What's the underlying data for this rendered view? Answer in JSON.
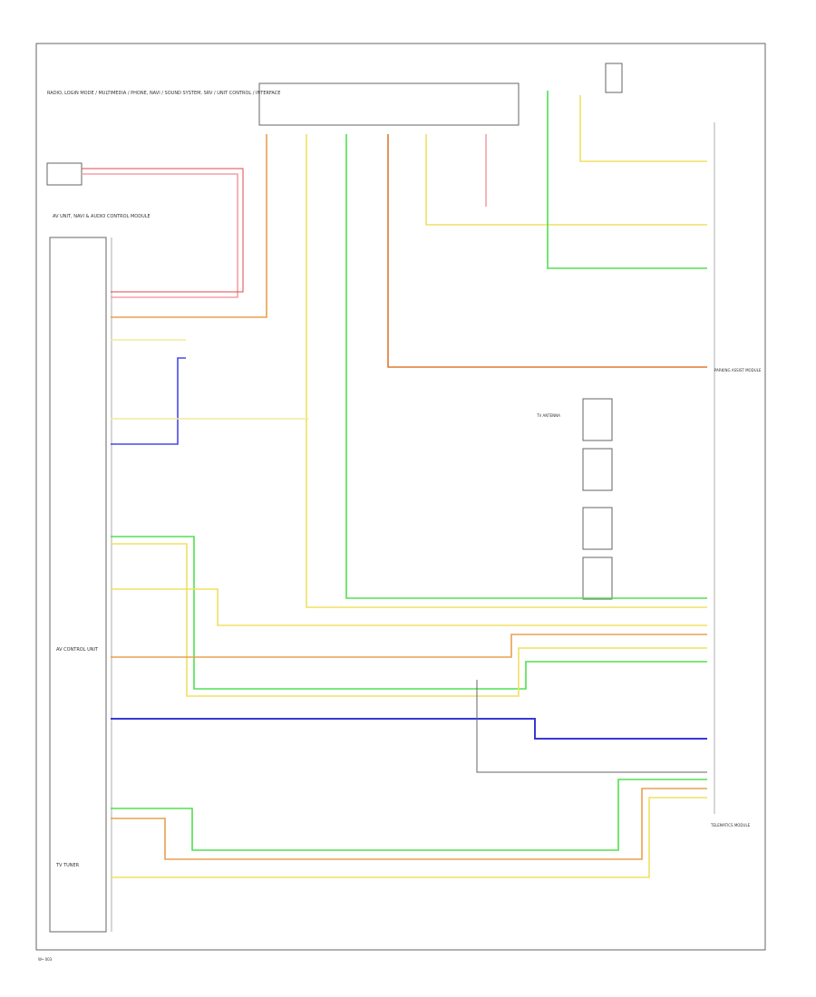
{
  "diagram": {
    "footer_code": "W• 003",
    "top_left_label": "RADIO, LOGIN MODE / MULTIMEDIA / PHONE, NAVI / SOUND SYSTEM, SRV / UNIT CONTROL / INTERFACE",
    "left_module_label": "AV UNIT, NAVI & AUDIO CONTROL MODULE",
    "connector_a_label": "AV CONTROL UNIT",
    "connector_b_label": "TV TUNER",
    "right_module_label": "PARKING ASSIST MODULE",
    "tv_antenna_label": "TV ANTENNA",
    "right_bottom_label": "TELEMATICS MODULE",
    "colors": {
      "pink": "#f4a0a8",
      "red": "#e04848",
      "orange": "#e8a050",
      "orange_dark": "#e07830",
      "yellow": "#f0e060",
      "lightyellow": "#f2ea9a",
      "green": "#50e050",
      "lightgreen": "#a8ee88",
      "blue": "#4848e8",
      "darkblue": "#3838d8",
      "gray": "#999999",
      "black": "#222222",
      "frame": "#666666"
    }
  }
}
